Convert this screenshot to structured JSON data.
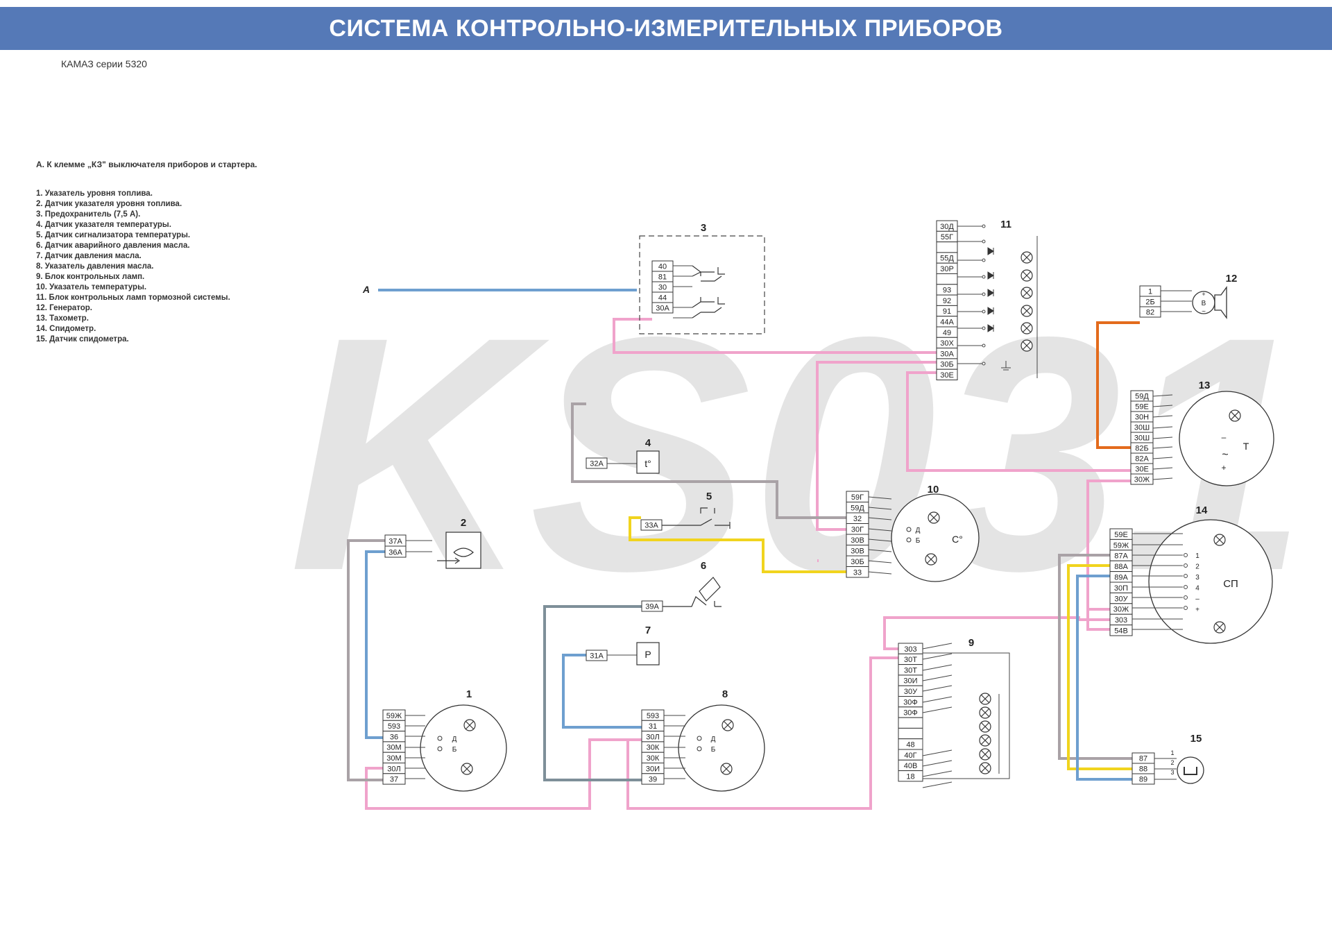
{
  "header": {
    "title": "СИСТЕМА КОНТРОЛЬНО-ИЗМЕРИТЕЛЬНЫХ ПРИБОРОВ"
  },
  "subtitle": "КАМАЗ серии 5320",
  "note": "А. К  клемме   „КЗ\"   выключателя  приборов и стартера.",
  "legend": [
    "1. Указатель уровня топлива.",
    "2. Датчик указателя уровня топлива.",
    "3. Предохранитель (7,5 А).",
    "4. Датчик   указателя   температуры.",
    "5. Датчик сигнализатора температуры.",
    "6. Датчик аварийного давления масла.",
    "7. Датчик давления масла.",
    "8. Указатель давления масла.",
    "9. Блок контрольных ламп.",
    "10. Указатель температуры.",
    "11. Блок контрольных ламп тормозной системы.",
    "12. Генератор.",
    "13. Тахометр.",
    "14. Спидометр.",
    "15. Датчик спидометра."
  ],
  "watermark": "KS031",
  "colors": {
    "banner": "#5579b7",
    "pink": "#f0a3cb",
    "blue": "#6e9fcf",
    "grey": "#a9a2a6",
    "yellow": "#f1d41e",
    "orange": "#e36b1c",
    "slate": "#7c8c96"
  },
  "diagram": {
    "point_a": "А",
    "components": {
      "c1": {
        "num": "1",
        "pins": [
          "59Ж",
          "593",
          "36",
          "30М",
          "30М",
          "30Л",
          "37"
        ],
        "marks": [
          "Д",
          "Б"
        ]
      },
      "c2": {
        "num": "2",
        "pins": [
          "37А",
          "36А"
        ]
      },
      "c3": {
        "num": "3",
        "pins": [
          "40",
          "81",
          "30",
          "44",
          "30А"
        ]
      },
      "c4": {
        "num": "4",
        "pins": [
          "32А"
        ],
        "symbol": "t°"
      },
      "c5": {
        "num": "5",
        "pins": [
          "33А"
        ]
      },
      "c6": {
        "num": "6",
        "pins": [
          "39А"
        ]
      },
      "c7": {
        "num": "7",
        "pins": [
          "31А"
        ],
        "symbol": "P"
      },
      "c8": {
        "num": "8",
        "pins": [
          "593",
          "31",
          "30Л",
          "30К",
          "30К",
          "30И",
          "39"
        ],
        "marks": [
          "Д",
          "Б"
        ]
      },
      "c9": {
        "num": "9",
        "pins": [
          "303",
          "30Т",
          "30Т",
          "30И",
          "30У",
          "30Ф",
          "30Ф",
          "",
          "",
          "48",
          "40Г",
          "40В",
          "18"
        ]
      },
      "c10": {
        "num": "10",
        "pins": [
          "59Г",
          "59Д",
          "32",
          "30Г",
          "30В",
          "30В",
          "30Б",
          "33"
        ],
        "marks": [
          "Д",
          "Б"
        ],
        "symbol": "С°"
      },
      "c11": {
        "num": "11",
        "pins": [
          "30Д",
          "55Г",
          "",
          "55Д",
          "30Р",
          "",
          "93",
          "92",
          "91",
          "44А",
          "49",
          "30Х",
          "30А",
          "30Б",
          "30Е"
        ]
      },
      "c12": {
        "num": "12",
        "pins": [
          "1",
          "2Б",
          "82"
        ],
        "marks": [
          "+",
          "В",
          "~"
        ]
      },
      "c13": {
        "num": "13",
        "pins": [
          "59Д",
          "59Е",
          "30Н",
          "30Ш",
          "30Ш",
          "82Б",
          "82А",
          "30Е",
          "30Ж"
        ],
        "marks": [
          "–",
          "~",
          "+"
        ],
        "symbol": "T"
      },
      "c14": {
        "num": "14",
        "pins": [
          "59Е",
          "59Ж",
          "87А",
          "88А",
          "89А",
          "30П",
          "30У",
          "30Ж",
          "303",
          "54В"
        ],
        "marks": [
          "1",
          "2",
          "3",
          "4",
          "–",
          "+"
        ],
        "symbol": "СП"
      },
      "c15": {
        "num": "15",
        "pins": [
          "87",
          "88",
          "89"
        ],
        "marks": [
          "1",
          "2",
          "3"
        ]
      }
    }
  }
}
